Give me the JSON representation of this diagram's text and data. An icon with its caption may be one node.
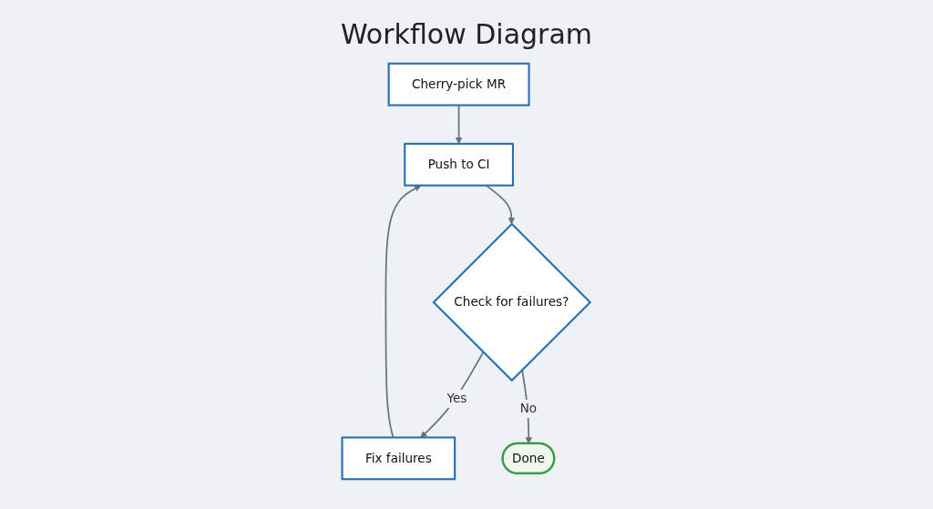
{
  "diagram": {
    "title": "Workflow Diagram",
    "nodes": [
      {
        "text": [
          "Cherry-pick MR"
        ]
      },
      {
        "text": [
          "Push to CI"
        ]
      },
      {
        "text": [
          "Check for failures?"
        ]
      },
      {
        "text": [
          "Fix failures"
        ]
      },
      {
        "text": [
          "Done"
        ]
      }
    ],
    "edges": [
      {
        "from": 0,
        "to": 1,
        "arrow": "to"
      },
      {
        "from": 1,
        "to": 2,
        "arrow": "to"
      },
      {
        "from": 2,
        "to": 3,
        "label": "Yes",
        "arrow": "to"
      },
      {
        "from": 3,
        "to": 1,
        "arrow": "to"
      },
      {
        "from": 2,
        "to": 4,
        "label": "No",
        "arrow": "to"
      }
    ]
  }
}
